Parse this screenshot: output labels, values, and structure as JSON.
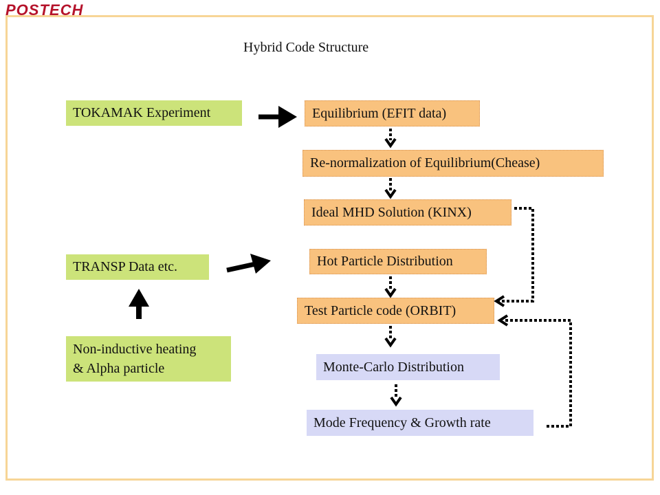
{
  "logo": "POSTECH",
  "title": "Hybrid Code Structure",
  "left_boxes": {
    "tokamak": "TOKAMAK Experiment",
    "transp": "TRANSP Data  etc.",
    "heating_line1": "Non-inductive heating",
    "heating_line2": "& Alpha particle"
  },
  "flow_boxes": {
    "equilibrium": "Equilibrium (EFIT data)",
    "renormalization": "Re-normalization of Equilibrium(Chease)",
    "ideal_mhd": "Ideal MHD Solution (KINX)",
    "hot_particle": "Hot Particle Distribution",
    "test_particle": "Test Particle code (ORBIT)",
    "monte_carlo": "Monte-Carlo Distribution",
    "mode_frequency": "Mode Frequency & Growth rate"
  },
  "colors": {
    "input_box": "#cce37a",
    "code_box": "#f9c27e",
    "output_box": "#d7d9f6",
    "frame": "#f7d596",
    "logo": "#b5132b"
  }
}
